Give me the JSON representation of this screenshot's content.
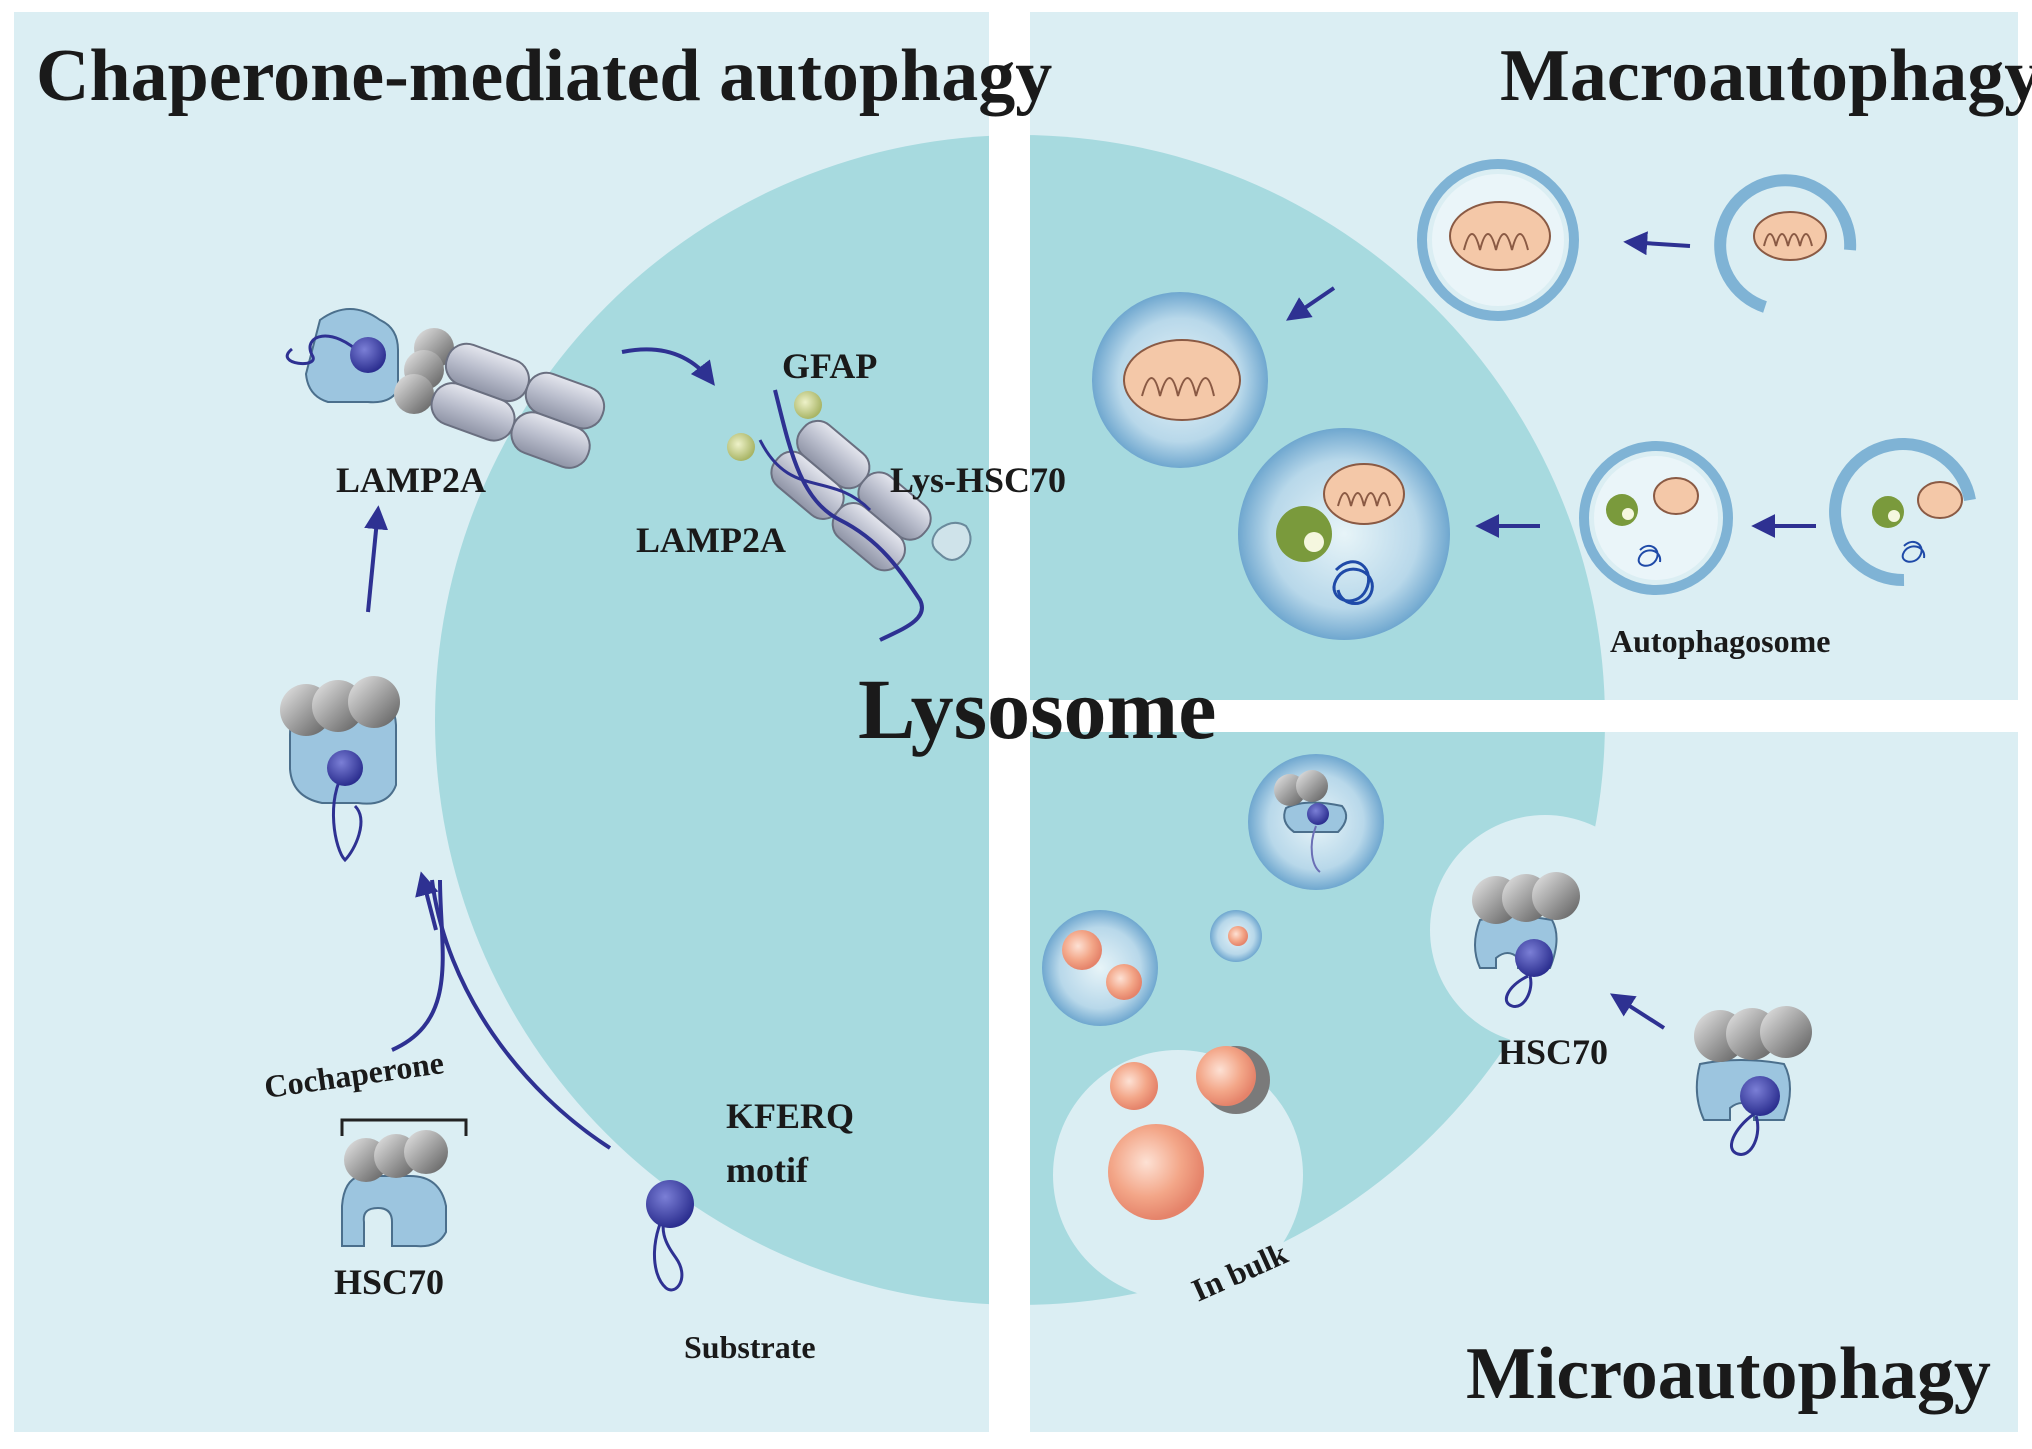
{
  "colors": {
    "panel_bg": "#dbeef3",
    "lysosome": "#a7dadf",
    "arrow": "#2e3192",
    "substrate": "#2e3192",
    "hsc70": "#9cc5df",
    "cochaperone": "#8c8c8c",
    "mitochondria": "#f4c8a8",
    "vesicle": "#7fb3d5",
    "lipid_droplet": "#f3a688",
    "gfap": "#bcc77a",
    "green_organelle": "#7a9a3c"
  },
  "panels": {
    "cma": {
      "title": "Chaperone-mediated autophagy"
    },
    "macro": {
      "title": "Macroautophagy"
    },
    "micro": {
      "title": "Microautophagy"
    }
  },
  "lysosome": {
    "label": "Lysosome"
  },
  "cma_labels": {
    "lamp2a_left": "LAMP2A",
    "gfap": "GFAP",
    "lys_hsc70": "Lys-HSC70",
    "lamp2a_inner": "LAMP2A",
    "cochaperone": "Cochaperone",
    "hsc70": "HSC70",
    "kferq_line1": "KFERQ",
    "kferq_line2": "motif",
    "substrate": "Substrate"
  },
  "macro_labels": {
    "autophagosome": "Autophagosome"
  },
  "micro_labels": {
    "hsc70": "HSC70",
    "in_bulk": "In bulk"
  }
}
